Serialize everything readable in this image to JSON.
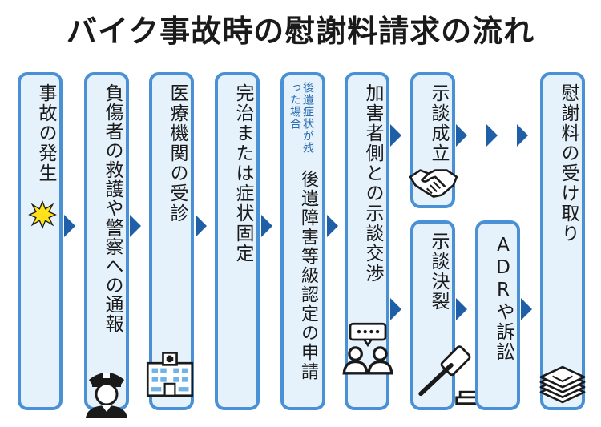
{
  "title": "バイク事故時の慰謝料請求の流れ",
  "steps": [
    {
      "label": "事故の発生",
      "icon": "explosion-icon"
    },
    {
      "label": "負傷者の救護や警察への通報",
      "icon": "police-officer-icon"
    },
    {
      "label": "医療機関の受診",
      "icon": "hospital-icon"
    },
    {
      "label": "完治または症状固定"
    },
    {
      "note": "後遺症状が残った場合",
      "label": "後遺障害等級認定の申請"
    },
    {
      "label": "加害者側との示談交渉",
      "icon": "negotiation-icon"
    },
    {
      "label": "示談成立",
      "icon": "handshake-icon"
    },
    {
      "label": "示談決裂",
      "icon": "gavel-icon"
    },
    {
      "label": "ADRや訴訟"
    },
    {
      "label": "慰謝料の受け取り",
      "icon": "money-stack-icon"
    }
  ],
  "colors": {
    "column_fill": "#e6f2fb",
    "column_border": "#4a90d4",
    "arrow": "#1f5fa8",
    "note_text": "#2b6cb0"
  }
}
